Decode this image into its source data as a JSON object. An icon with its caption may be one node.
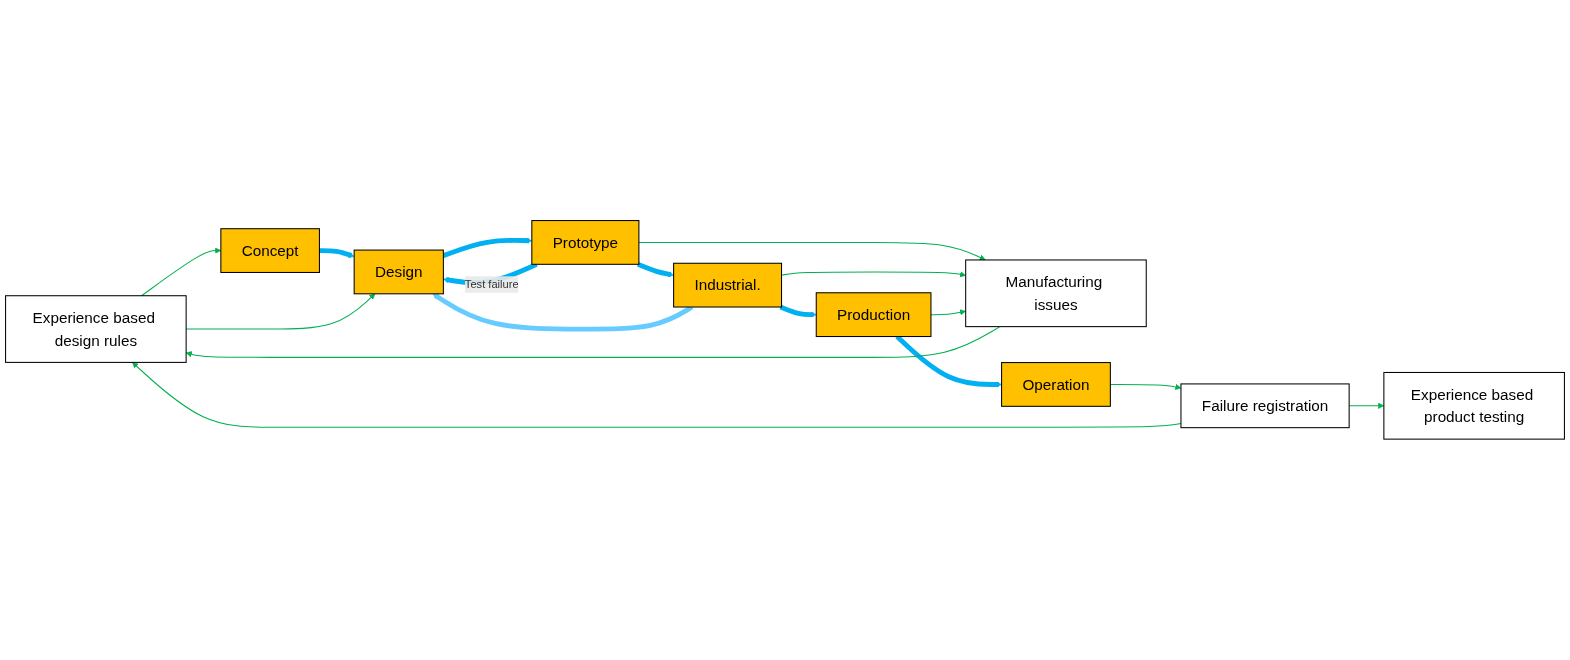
{
  "diagram": {
    "nodes": [
      {
        "text": [
          "Experience based design rules"
        ]
      },
      {
        "text": [
          "Manufacturing issues"
        ]
      },
      {
        "text": [
          "Failure registration"
        ]
      },
      {
        "text": [
          "Concept"
        ]
      },
      {
        "text": [
          "Design"
        ]
      },
      {
        "text": [
          "Prototype"
        ]
      },
      {
        "text": [
          "Industrial."
        ]
      },
      {
        "text": [
          "Production"
        ]
      },
      {
        "text": [
          "Operation"
        ]
      },
      {
        "text": [
          "Experience based product testing"
        ]
      }
    ],
    "edges": [
      {
        "from": 3,
        "to": 4,
        "arrow": "to",
        "style": "thick",
        "color": "#00b0f0"
      },
      {
        "from": 4,
        "to": 5,
        "arrow": "to",
        "style": "thick",
        "color": "#00b0f0"
      },
      {
        "from": 5,
        "to": 6,
        "arrow": "to",
        "style": "thick",
        "color": "#00b0f0"
      },
      {
        "from": 6,
        "to": 7,
        "arrow": "to",
        "style": "thick",
        "color": "#00b0f0"
      },
      {
        "from": 7,
        "to": 8,
        "arrow": "to",
        "style": "thick",
        "color": "#00b0f0"
      },
      {
        "from": 0,
        "to": 3,
        "arrow": "to"
      },
      {
        "from": 0,
        "to": 4,
        "arrow": "to"
      },
      {
        "from": 5,
        "to": 1,
        "arrow": "to"
      },
      {
        "from": 6,
        "to": 1,
        "arrow": "to"
      },
      {
        "from": 7,
        "to": 1,
        "arrow": "to"
      },
      {
        "from": 8,
        "to": 2,
        "arrow": "to"
      },
      {
        "from": 1,
        "to": 0,
        "arrow": "to"
      },
      {
        "from": 2,
        "to": 0,
        "arrow": "to"
      },
      {
        "from": 2,
        "to": 9,
        "arrow": "to"
      },
      {
        "from": 5,
        "to": 4,
        "arrow": "to",
        "style": "thick",
        "color": "#00b0f0",
        "label": "Test failure"
      },
      {
        "from": 6,
        "to": 4,
        "arrow": "to",
        "style": "thick",
        "color": "#66ccff"
      }
    ]
  }
}
